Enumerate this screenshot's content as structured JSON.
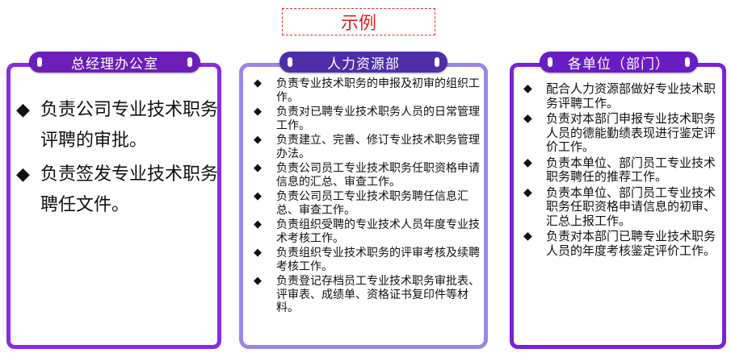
{
  "example_label": "示例",
  "bullet_glyph": "◆",
  "panels": {
    "left": {
      "title": "总经理办公室",
      "items": [
        "负责公司专业技术职务评聘的审批。",
        "负责签发专业技术职务聘任文件。"
      ]
    },
    "middle": {
      "title": "人力资源部",
      "items": [
        "负责专业技术职务的申报及初审的组织工作。",
        "负责对已聘专业技术职务人员的日常管理工作。",
        "负责建立、完善、修订专业技术职务管理办法。",
        "负责公司员工专业技术职务任职资格申请信息的汇总、审查工作。",
        "负责公司员工专业技术职务聘任信息汇总、审查工作。",
        "负责组织受聘的专业技术人员年度专业技术考核工作。",
        "负责组织专业技术职务的评审考核及续聘考核工作。",
        "负责登记存档员工专业技术职务审批表、评审表、成绩单、资格证书复印件等材料。"
      ]
    },
    "right": {
      "title": "各单位（部门）",
      "items": [
        "配合人力资源部做好专业技术职务评聘工作。",
        "负责对本部门申报专业技术职务人员的德能勤绩表现进行鉴定评价工作。",
        "负责本单位、部门员工专业技术职务聘任的推荐工作。",
        "负责本单位、部门员工专业技术职务任职资格申请信息的初审、汇总上报工作。",
        "负责对本部门已聘专业技术职务人员的年度考核鉴定评价工作。"
      ]
    }
  }
}
